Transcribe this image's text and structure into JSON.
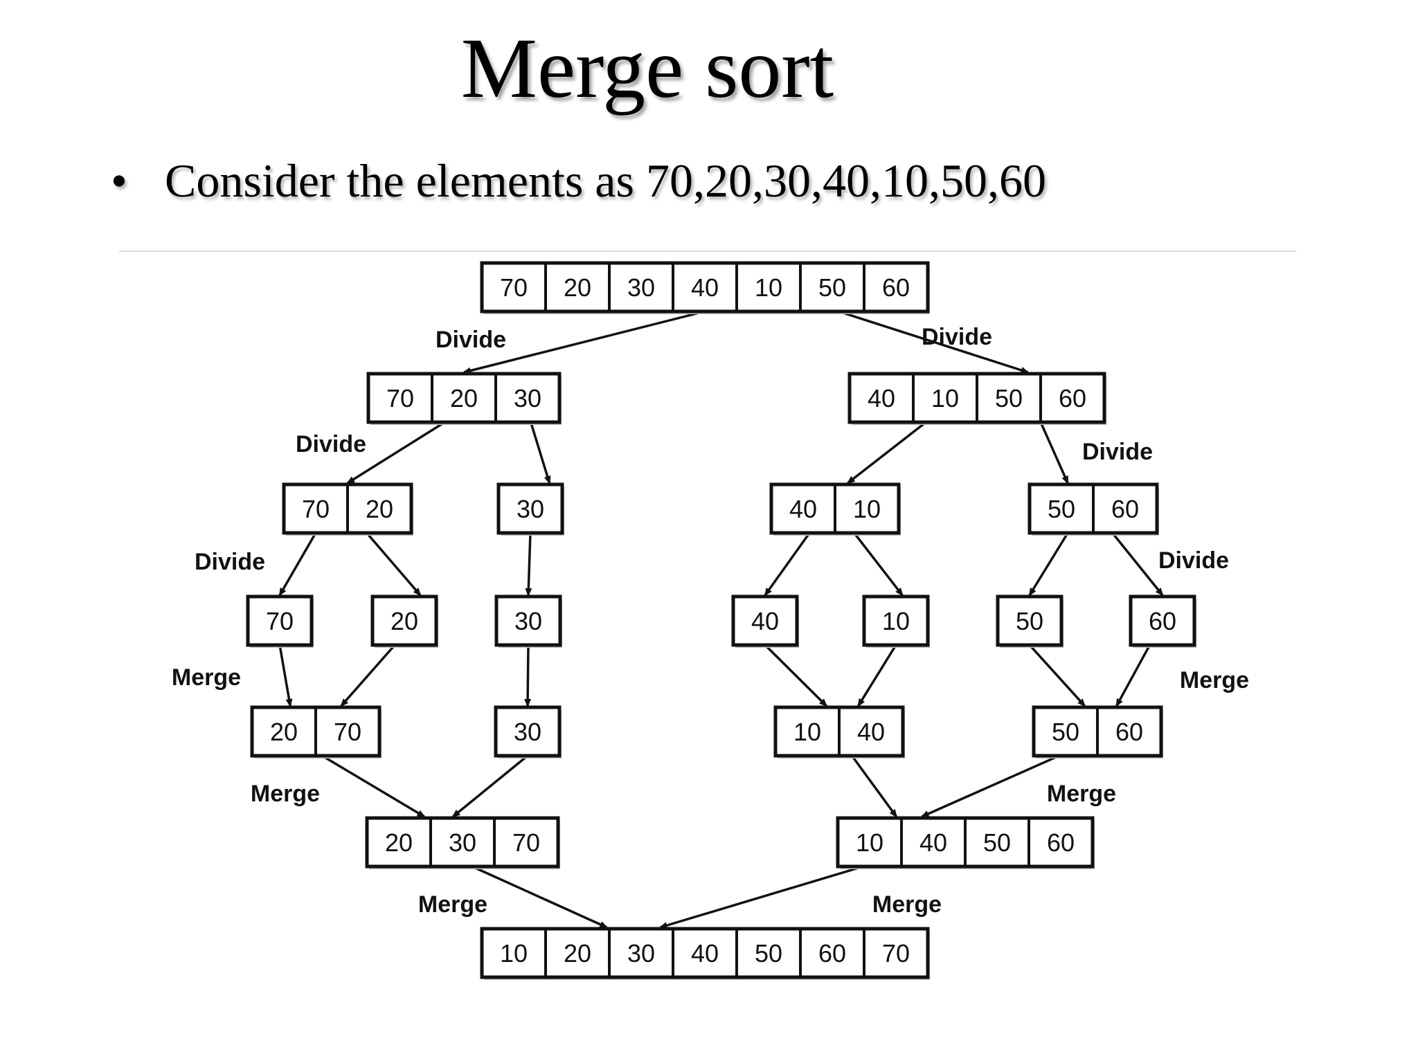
{
  "title": "Merge sort",
  "bullet": {
    "symbol": "•",
    "text": "Consider the elements as 70,20,30,40,10,50,60"
  },
  "diagram": {
    "rows": [
      {
        "nodes": [
          {
            "values": [
              "70",
              "20",
              "30",
              "40",
              "10",
              "50",
              "60"
            ]
          }
        ]
      },
      {
        "nodes": [
          {
            "values": [
              "70",
              "20",
              "30"
            ]
          },
          {
            "values": [
              "40",
              "10",
              "50",
              "60"
            ]
          }
        ]
      },
      {
        "nodes": [
          {
            "values": [
              "70",
              "20"
            ]
          },
          {
            "values": [
              "30"
            ]
          },
          {
            "values": [
              "40",
              "10"
            ]
          },
          {
            "values": [
              "50",
              "60"
            ]
          }
        ]
      },
      {
        "nodes": [
          {
            "values": [
              "70"
            ]
          },
          {
            "values": [
              "20"
            ]
          },
          {
            "values": [
              "30"
            ]
          },
          {
            "values": [
              "40"
            ]
          },
          {
            "values": [
              "10"
            ]
          },
          {
            "values": [
              "50"
            ]
          },
          {
            "values": [
              "60"
            ]
          }
        ]
      },
      {
        "nodes": [
          {
            "values": [
              "20",
              "70"
            ]
          },
          {
            "values": [
              "30"
            ]
          },
          {
            "values": [
              "10",
              "40"
            ]
          },
          {
            "values": [
              "50",
              "60"
            ]
          }
        ]
      },
      {
        "nodes": [
          {
            "values": [
              "20",
              "30",
              "70"
            ]
          },
          {
            "values": [
              "10",
              "40",
              "50",
              "60"
            ]
          }
        ]
      },
      {
        "nodes": [
          {
            "values": [
              "10",
              "20",
              "30",
              "40",
              "50",
              "60",
              "70"
            ]
          }
        ]
      }
    ],
    "labels": [
      {
        "id": "divide-1-left",
        "text": "Divide"
      },
      {
        "id": "divide-1-right",
        "text": "Divide"
      },
      {
        "id": "divide-2-left",
        "text": "Divide"
      },
      {
        "id": "divide-2-right",
        "text": "Divide"
      },
      {
        "id": "divide-3-left",
        "text": "Divide"
      },
      {
        "id": "divide-3-right",
        "text": "Divide"
      },
      {
        "id": "merge-1-left",
        "text": "Merge"
      },
      {
        "id": "merge-1-right",
        "text": "Merge"
      },
      {
        "id": "merge-2-left",
        "text": "Merge"
      },
      {
        "id": "merge-2-right",
        "text": "Merge"
      },
      {
        "id": "merge-3-left",
        "text": "Merge"
      },
      {
        "id": "merge-3-right",
        "text": "Merge"
      }
    ]
  }
}
